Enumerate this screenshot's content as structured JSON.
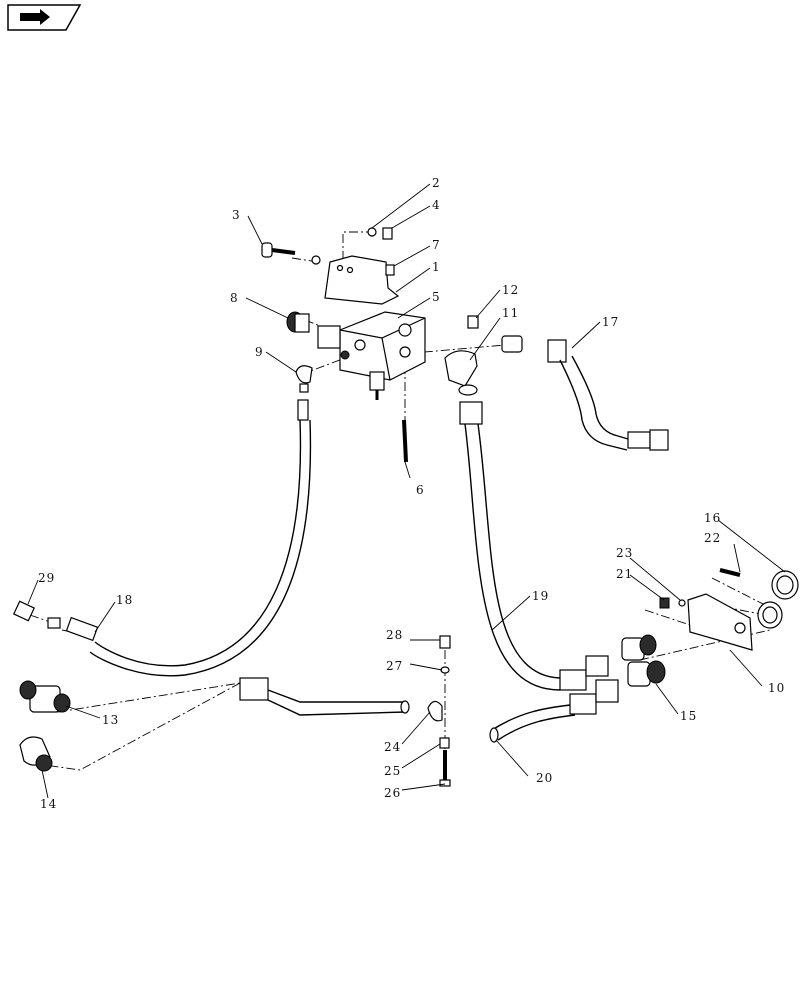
{
  "nav": {
    "icon": "page-forward-icon"
  },
  "callouts": [
    {
      "id": "1",
      "label": "1"
    },
    {
      "id": "2",
      "label": "2"
    },
    {
      "id": "3",
      "label": "3"
    },
    {
      "id": "4",
      "label": "4"
    },
    {
      "id": "5",
      "label": "5"
    },
    {
      "id": "6",
      "label": "6"
    },
    {
      "id": "7",
      "label": "7"
    },
    {
      "id": "8",
      "label": "8"
    },
    {
      "id": "9",
      "label": "9"
    },
    {
      "id": "10",
      "label": "10"
    },
    {
      "id": "11",
      "label": "11"
    },
    {
      "id": "12",
      "label": "12"
    },
    {
      "id": "13",
      "label": "13"
    },
    {
      "id": "14",
      "label": "14"
    },
    {
      "id": "15",
      "label": "15"
    },
    {
      "id": "16",
      "label": "16"
    },
    {
      "id": "17",
      "label": "17"
    },
    {
      "id": "18",
      "label": "18"
    },
    {
      "id": "19",
      "label": "19"
    },
    {
      "id": "20",
      "label": "20"
    },
    {
      "id": "21",
      "label": "21"
    },
    {
      "id": "22",
      "label": "22"
    },
    {
      "id": "23",
      "label": "23"
    },
    {
      "id": "24",
      "label": "24"
    },
    {
      "id": "25",
      "label": "25"
    },
    {
      "id": "26",
      "label": "26"
    },
    {
      "id": "27",
      "label": "27"
    },
    {
      "id": "28",
      "label": "28"
    },
    {
      "id": "29",
      "label": "29"
    }
  ]
}
